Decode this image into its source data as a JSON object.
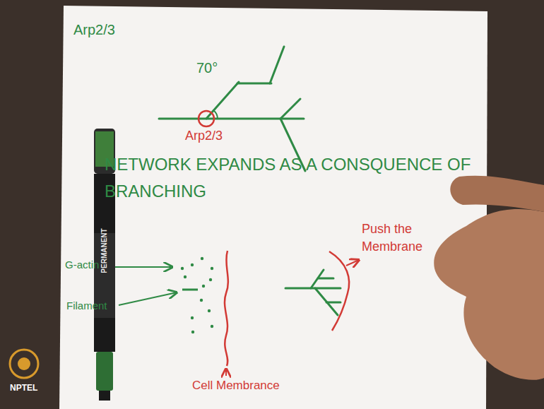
{
  "diagram": {
    "labels": [
      "Arp2/3",
      "70°",
      "Arp2/3",
      "NETWORK EXPANDS AS A CONSQUENCE OF BRANCHING",
      "G-actin",
      "Filament",
      "Cell Membrance",
      "Push the Membrane",
      "NPTEL",
      "PERMANENT"
    ]
  }
}
